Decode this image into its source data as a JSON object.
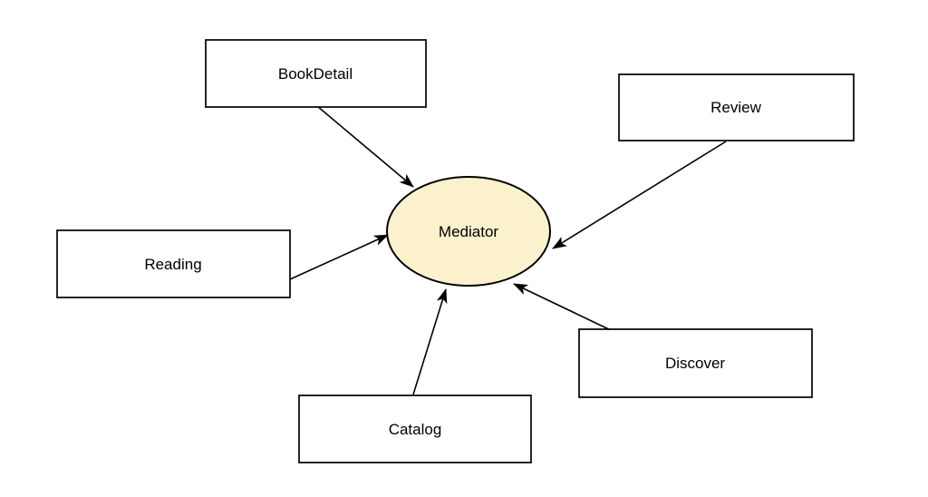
{
  "diagram": {
    "mediator": {
      "label": "Mediator"
    },
    "nodes": [
      {
        "id": "bookdetail",
        "label": "BookDetail"
      },
      {
        "id": "review",
        "label": "Review"
      },
      {
        "id": "reading",
        "label": "Reading"
      },
      {
        "id": "discover",
        "label": "Discover"
      },
      {
        "id": "catalog",
        "label": "Catalog"
      }
    ],
    "edges": [
      {
        "from": "BookDetail",
        "to": "Mediator"
      },
      {
        "from": "Review",
        "to": "Mediator"
      },
      {
        "from": "Reading",
        "to": "Mediator"
      },
      {
        "from": "Discover",
        "to": "Mediator"
      },
      {
        "from": "Catalog",
        "to": "Mediator"
      }
    ],
    "colors": {
      "background": "#FFFFFF",
      "node_fill": "#FFFFFF",
      "stroke": "#000000",
      "mediator_fill": "#FCF1CD"
    }
  }
}
